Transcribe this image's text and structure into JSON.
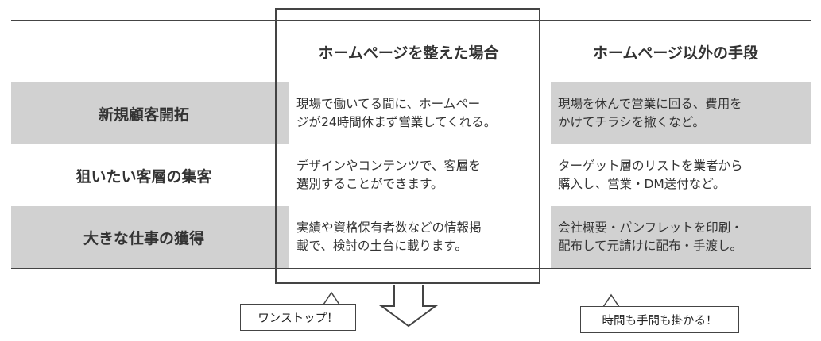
{
  "columns": {
    "homepage": "ホームページを整えた場合",
    "other": "ホームページ以外の手段"
  },
  "rows": [
    {
      "label": "新規顧客開拓",
      "homepage": [
        "現場で働いてる間に、ホームペー",
        "ジが24時間休まず営業してくれる。"
      ],
      "other": [
        "現場を休んで営業に回る、費用を",
        "かけてチラシを撒くなど。"
      ]
    },
    {
      "label": "狙いたい客層の集客",
      "homepage": [
        "デザインやコンテンツで、客層を",
        "選別することができます。"
      ],
      "other": [
        "ターゲット層のリストを業者から",
        "購入し、営業・DM送付など。"
      ]
    },
    {
      "label": "大きな仕事の獲得",
      "homepage": [
        "実績や資格保有者数などの情報掲",
        "載で、検討の土台に載ります。"
      ],
      "other": [
        "会社概要・パンフレットを印刷・",
        "配布して元請けに配布・手渡し。"
      ]
    }
  ],
  "callouts": {
    "homepage": "ワンストップ！",
    "other": "時間も手間も掛かる！"
  },
  "colors": {
    "shaded_row": "#d1d1d1",
    "border": "#444444",
    "text": "#333333"
  }
}
